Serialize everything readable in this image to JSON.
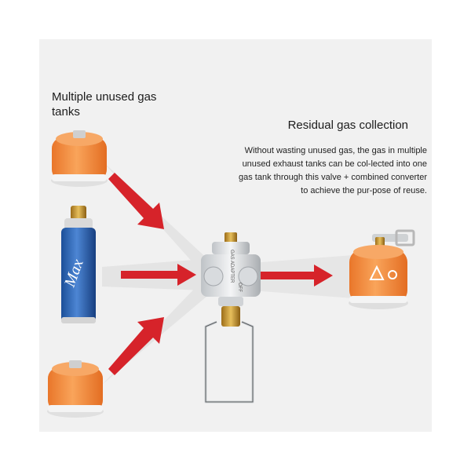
{
  "headline_left": "Multiple unused gas tanks",
  "headline_right": "Residual gas collection",
  "description": "Without wasting unused gas, the gas in multiple unused exhaust tanks can be col-lected into one gas tank through this valve + combined converter to achieve the pur-pose of reuse.",
  "adapter_label": "GAS ADAPTER",
  "adapter_side_label": "OFF",
  "blue_can_text": "Max",
  "colors": {
    "arrow": "#d6232a",
    "canister_orange": "#f08a3a",
    "blue_can": "#1f5fb0",
    "brass": "#c9962f",
    "panel": "#f1f1f1"
  },
  "icons": [
    "arrow-right-icon",
    "gas-canister-icon",
    "gas-adapter-icon",
    "brass-valve-icon"
  ]
}
